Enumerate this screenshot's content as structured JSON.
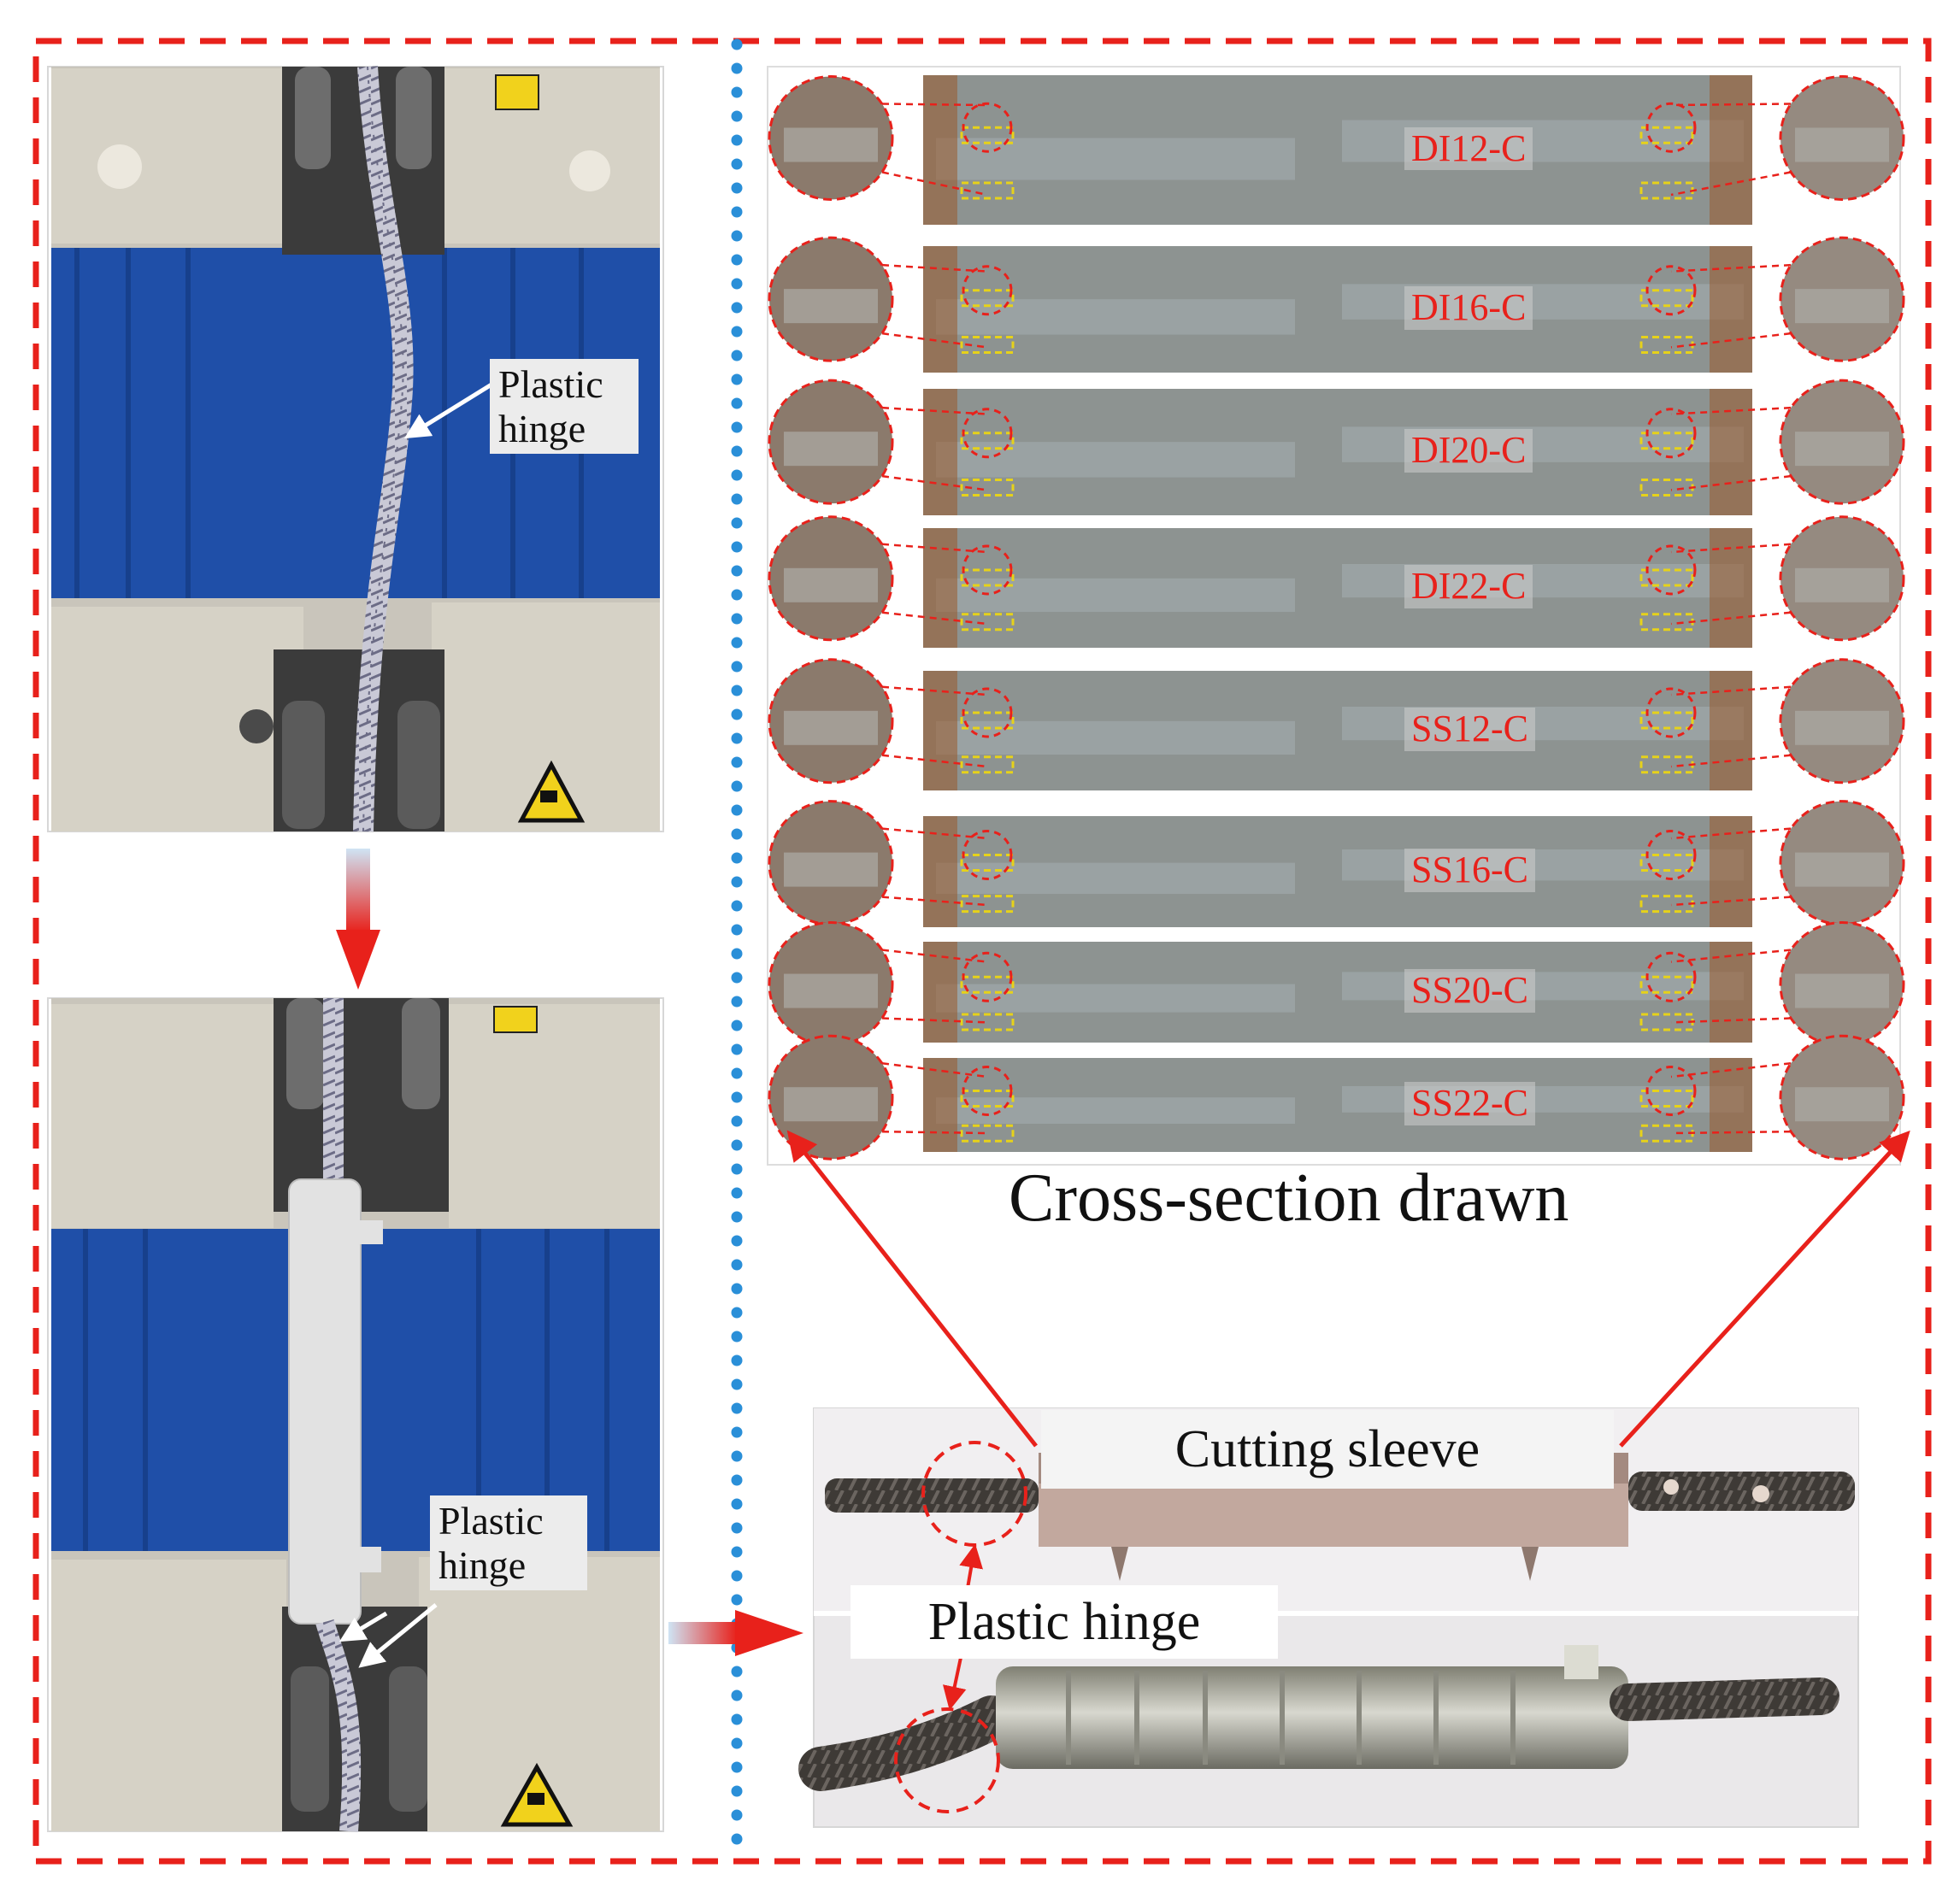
{
  "labels": {
    "hinge_top": [
      "Plastic",
      "hinge"
    ],
    "hinge_bottom": [
      "Plastic",
      "hinge"
    ],
    "cross_section_title": "Cross-section drawn",
    "cutting_sleeve": "Cutting sleeve",
    "plastic_hinge": "Plastic hinge"
  },
  "specimens": [
    "DI12-C",
    "DI16-C",
    "DI20-C",
    "DI22-C",
    "SS12-C",
    "SS16-C",
    "SS20-C",
    "SS22-C"
  ],
  "colors": {
    "frame_dash": "#e8211b",
    "divider_dots": "#2a8fd8",
    "arrow_red": "#e8211b",
    "specimen_label": "#e8211b",
    "curtain_blue": "#1f4fa8",
    "machine_gray": "#c9c5bb",
    "grip_dark": "#3b3b3b",
    "concrete": "#8d9391",
    "bar_steel": "#9aa2a3",
    "rust": "#9a5a2c",
    "highlight_box": "#e6d21a"
  },
  "icons": [
    "warning-sign-icon",
    "arrow-down-icon",
    "arrow-right-icon"
  ]
}
